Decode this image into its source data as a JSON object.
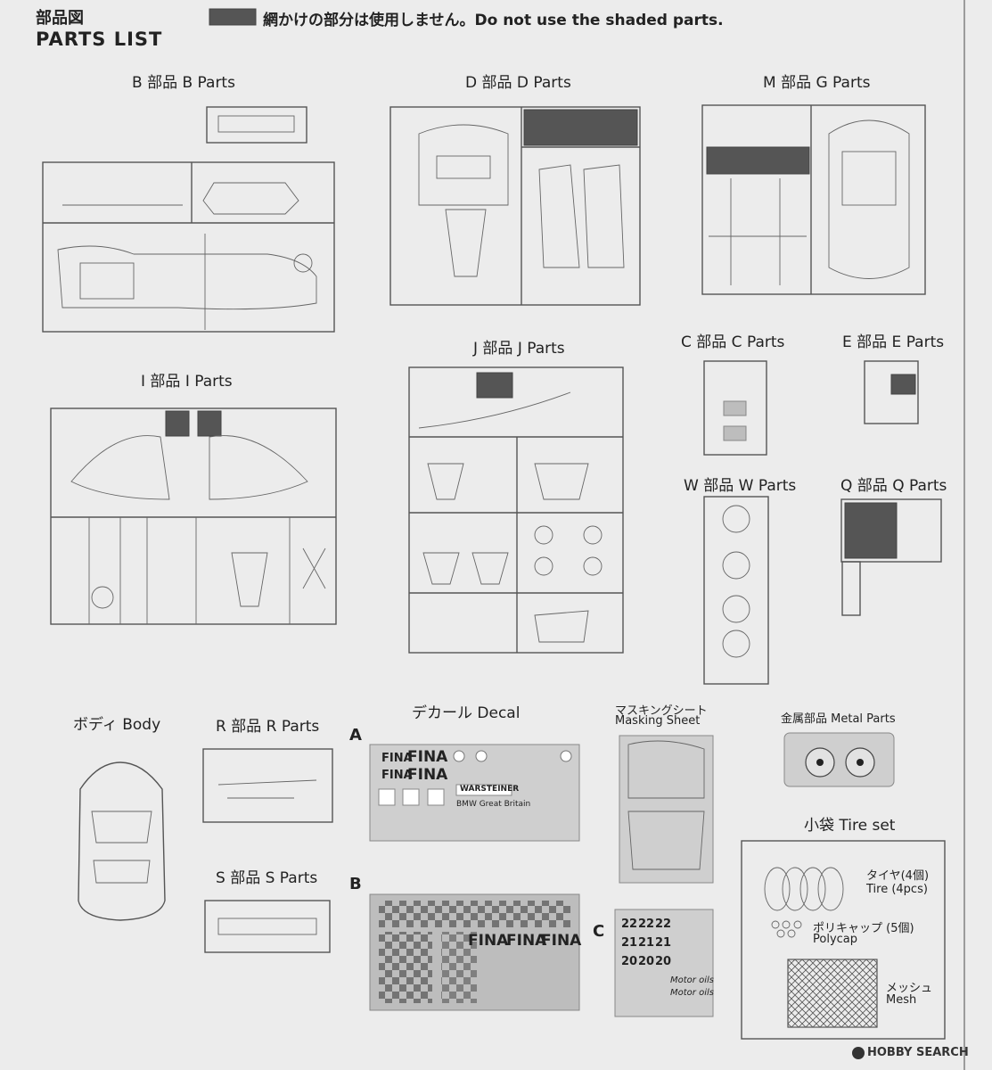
{
  "header": {
    "title_jp": "部品図",
    "title_en": "PARTS LIST",
    "notice": "網かけの部分は使用しません。Do not use the shaded parts."
  },
  "sprues": {
    "b": "B 部品 B Parts",
    "d": "D 部品 D Parts",
    "m": "M 部品 G Parts",
    "i": "I 部品 I Parts",
    "j": "J 部品 J Parts",
    "c": "C 部品 C Parts",
    "e": "E 部品 E Parts",
    "w": "W 部品 W Parts",
    "q": "Q 部品 Q Parts",
    "body": "ボディ  Body",
    "r": "R 部品 R Parts",
    "s": "S 部品 S Parts"
  },
  "decal": {
    "title": "デカール Decal",
    "sheet_a": "A",
    "sheet_b": "B",
    "sheet_c": "C",
    "a_texts": [
      "FINA",
      "FINA",
      "FINA",
      "FINA",
      "WARSTEINER",
      "BMW Great Britain"
    ],
    "b_texts": [
      "FINA",
      "FINA",
      "FINA"
    ],
    "c_texts": [
      "22",
      "22",
      "22",
      "21",
      "21",
      "21",
      "20",
      "20",
      "20",
      "Motor oils",
      "Motor oils"
    ]
  },
  "masking": {
    "title_jp": "マスキングシート",
    "title_en": "Masking Sheet"
  },
  "metal": {
    "title": "金属部品 Metal Parts"
  },
  "tire_set": {
    "title": "小袋 Tire set",
    "tire_jp": "タイヤ(4個)",
    "tire_en": "Tire (4pcs)",
    "polycap_jp": "ポリキャップ (5個)",
    "polycap_en": "Polycap",
    "mesh_jp": "メッシュ",
    "mesh_en": "Mesh"
  },
  "watermark": {
    "text": "HOBBY SEARCH"
  },
  "colors": {
    "paper": "#ececec",
    "line": "#555555",
    "shade": "#555555"
  }
}
